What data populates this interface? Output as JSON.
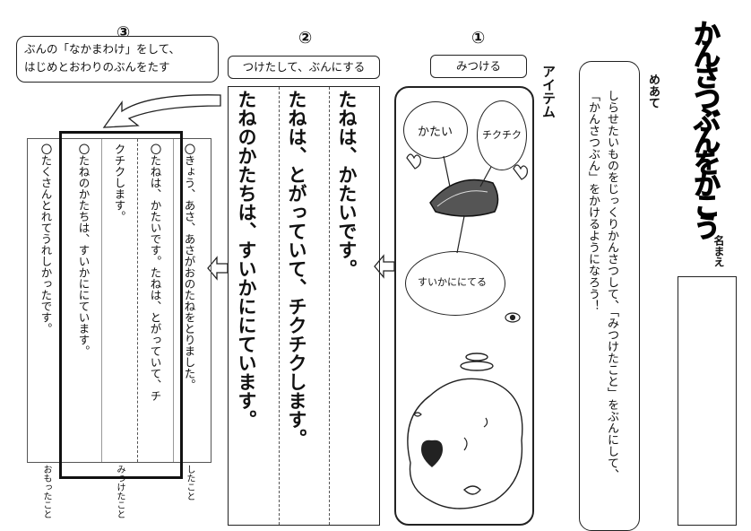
{
  "title": {
    "main": "かんさつぶんをかこう",
    "name_label": "名まえ"
  },
  "meate": {
    "label": "めあて",
    "line1": "しらせたいものをじっくりかんさつして、「みつけたこと」をぶんにして、",
    "line2": "「かんさつぶん」をかけるようになろう！"
  },
  "steps": {
    "s1": {
      "num": "①",
      "label": "みつける"
    },
    "s2": {
      "num": "②",
      "label": "つけたして、ぶんにする"
    },
    "s3": {
      "num": "③",
      "label_line1": "ぶんの「なかまわけ」をして、",
      "label_line2": "はじめとおわりのぶんをたす"
    }
  },
  "item": {
    "label": "アイテム",
    "bubble1": "かたい",
    "bubble2": "チクチク",
    "bubble3": "すいかににてる"
  },
  "step2_sentences": {
    "c1": "たねは、かたいです。",
    "c2": "たねは、とがっていて、チクチクします。",
    "c3": "たねのかたちは、すいかににています。"
  },
  "step3_sheet": {
    "col1": "〇きょう、あさ、あさがおのたねをとりました。",
    "col2a": "〇たねは、かたいです。たねは、とがっていて、チ",
    "col2b": "クチクします。",
    "col3": "〇たねのかたちは、すいかににています。",
    "col4": "〇たくさんとれてうれしかったです。",
    "foot1": "したこと",
    "foot2": "みつけたこと",
    "foot3": "おもったこと"
  }
}
